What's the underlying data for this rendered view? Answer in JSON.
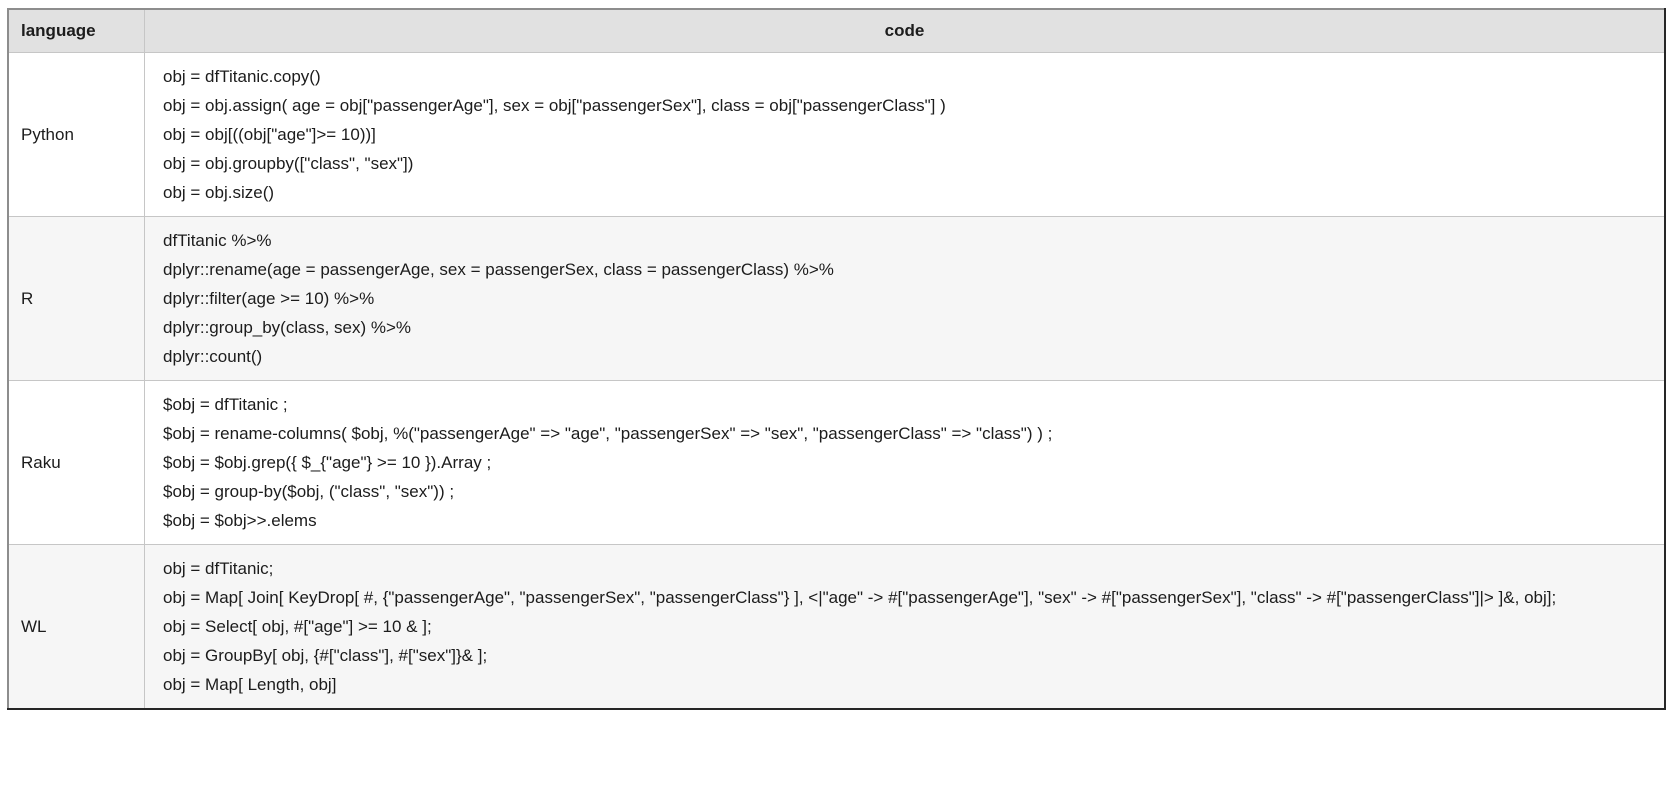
{
  "table": {
    "headers": {
      "language": "language",
      "code": "code"
    },
    "rows": [
      {
        "language": "Python",
        "code_lines": [
          "obj = dfTitanic.copy()",
          "obj = obj.assign( age = obj[\"passengerAge\"], sex = obj[\"passengerSex\"], class = obj[\"passengerClass\"] )",
          "obj = obj[((obj[\"age\"]>= 10))]",
          "obj = obj.groupby([\"class\", \"sex\"])",
          "obj = obj.size()"
        ]
      },
      {
        "language": "R",
        "code_lines": [
          "dfTitanic %>%",
          "dplyr::rename(age = passengerAge, sex = passengerSex, class = passengerClass) %>%",
          "dplyr::filter(age >= 10) %>%",
          "dplyr::group_by(class, sex) %>%",
          "dplyr::count()"
        ]
      },
      {
        "language": "Raku",
        "code_lines": [
          "$obj = dfTitanic ;",
          "$obj = rename-columns( $obj, %(\"passengerAge\" => \"age\", \"passengerSex\" => \"sex\", \"passengerClass\" => \"class\") ) ;",
          "$obj = $obj.grep({ $_{\"age\"} >= 10 }).Array ;",
          "$obj = group-by($obj, (\"class\", \"sex\")) ;",
          "$obj = $obj>>.elems"
        ]
      },
      {
        "language": "WL",
        "code_lines": [
          "obj = dfTitanic;",
          "obj = Map[ Join[ KeyDrop[ #, {\"passengerAge\", \"passengerSex\", \"passengerClass\"} ], <|\"age\" -> #[\"passengerAge\"], \"sex\" -> #[\"passengerSex\"], \"class\" -> #[\"passengerClass\"]|> ]&, obj];",
          "obj = Select[ obj, #[\"age\"] >= 10 & ];",
          "obj = GroupBy[ obj, {#[\"class\"], #[\"sex\"]}& ];",
          "obj = Map[ Length, obj]"
        ]
      }
    ]
  },
  "colors": {
    "header_bg": "#e1e1e1",
    "alt_row_bg": "#f6f6f6",
    "inner_border": "#c6c6c6",
    "outer_border_light": "#8d8d8d",
    "outer_border_dark": "#262626",
    "text": "#1c1c1c"
  }
}
